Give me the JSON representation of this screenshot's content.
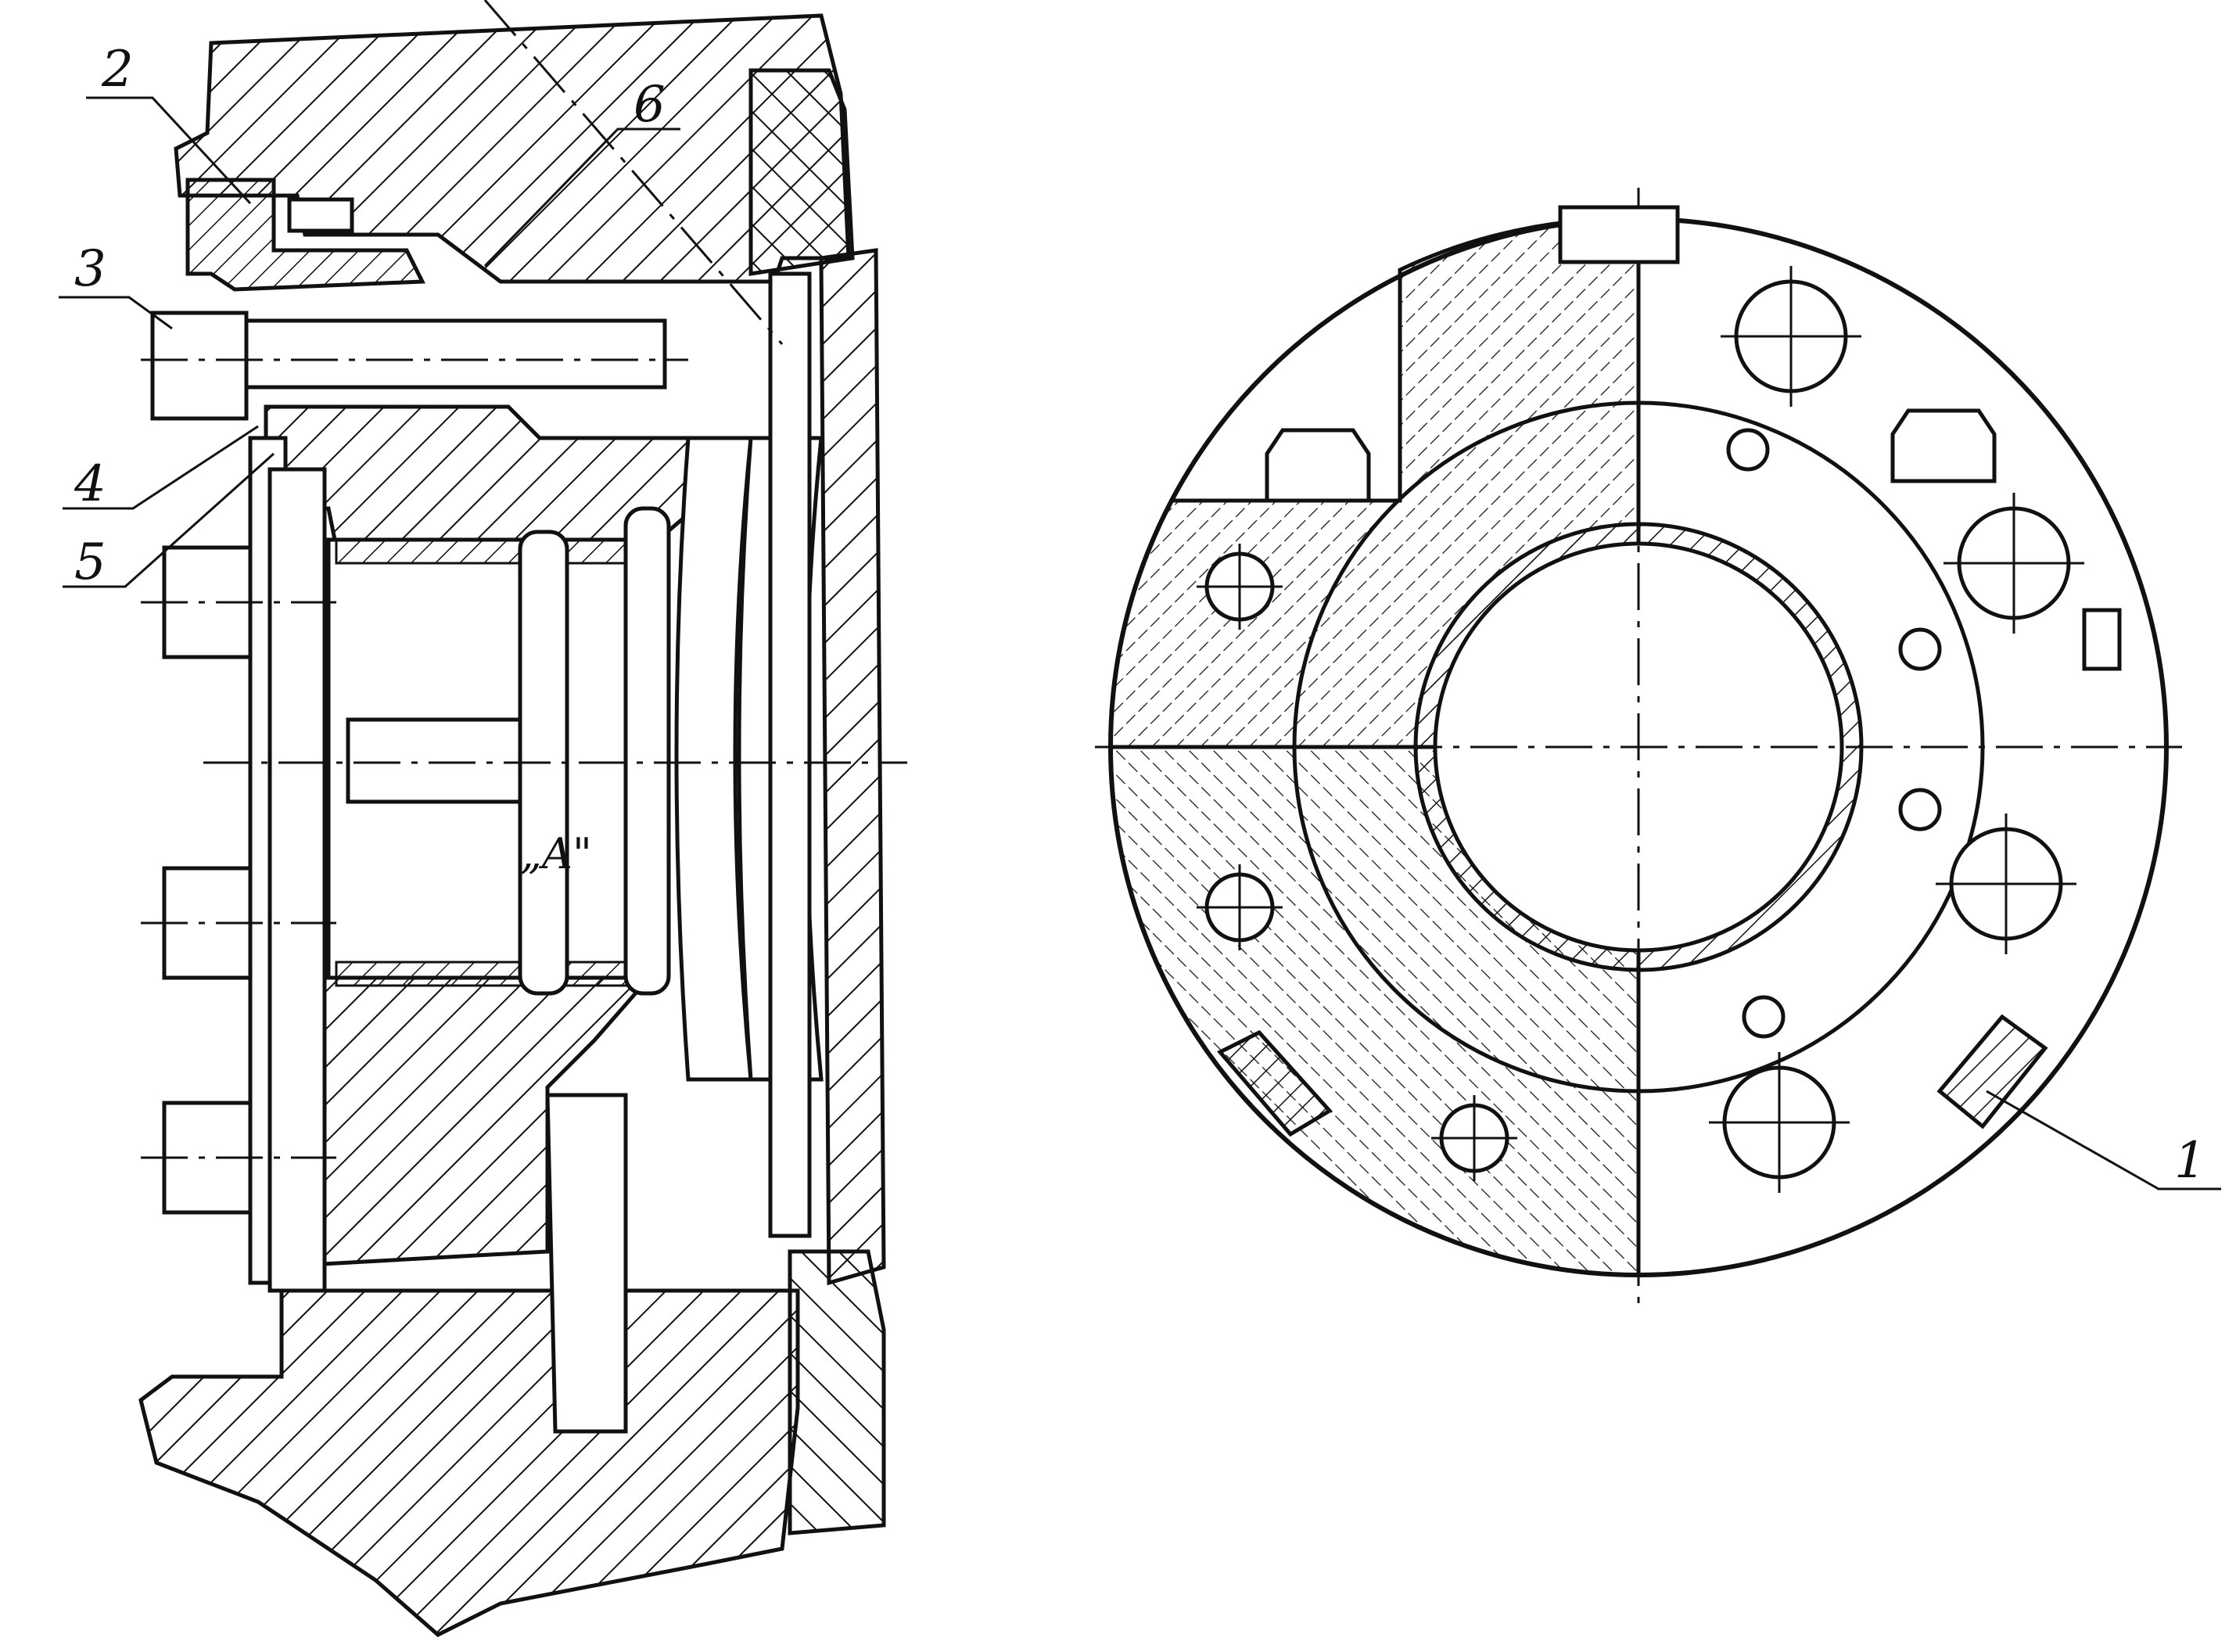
{
  "callouts": {
    "c1": "1",
    "c2": "2",
    "c3": "3",
    "c4": "4",
    "c5": "5",
    "c6": "6"
  },
  "marks": {
    "view_a": "„A\""
  },
  "colors": {
    "ink": "#111111",
    "paper": "#ffffff"
  }
}
